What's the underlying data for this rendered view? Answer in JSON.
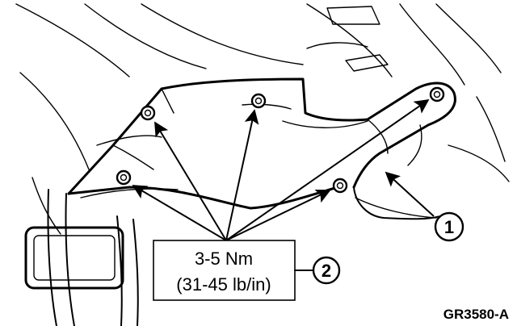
{
  "figure_id": "GR3580-A",
  "callouts": [
    {
      "number": "1"
    },
    {
      "number": "2"
    }
  ],
  "torque_spec": {
    "line1": "3-5 Nm",
    "line2": "(31-45 lb/in)"
  }
}
